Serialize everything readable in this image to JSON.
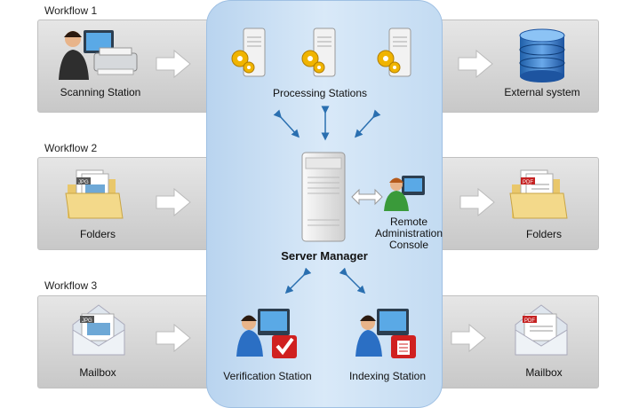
{
  "workflows": [
    {
      "title": "Workflow 1",
      "source": "Scanning Station",
      "target": "External system"
    },
    {
      "title": "Workflow 2",
      "source": "Folders",
      "target": "Folders"
    },
    {
      "title": "Workflow 3",
      "source": "Mailbox",
      "target": "Mailbox"
    }
  ],
  "center": {
    "processing": "Processing Stations",
    "server": "Server Manager",
    "remote_line1": "Remote",
    "remote_line2": "Administration",
    "remote_line3": "Console",
    "verification": "Verification Station",
    "indexing": "Indexing Station"
  },
  "file_tags": {
    "jpg": "JPG",
    "pdf": "PDF"
  },
  "colors": {
    "center_panel": "#c9dff4",
    "band": "#d6d6d6",
    "arrow_blue": "#2a6fb0"
  }
}
